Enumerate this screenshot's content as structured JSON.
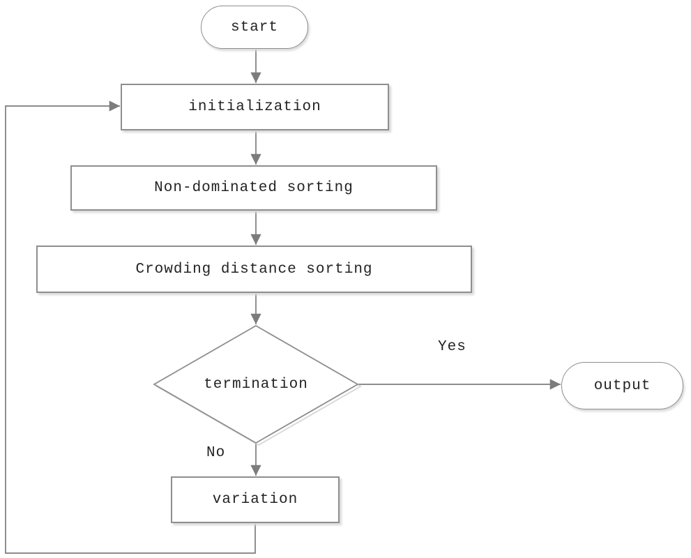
{
  "diagram": {
    "nodes": {
      "start": {
        "label": "start",
        "shape": "stadium"
      },
      "initialization": {
        "label": "initialization",
        "shape": "rect"
      },
      "non_dominated_sorting": {
        "label": "Non-dominated sorting",
        "shape": "rect"
      },
      "crowding_distance_sorting": {
        "label": "Crowding distance sorting",
        "shape": "rect"
      },
      "termination": {
        "label": "termination",
        "shape": "diamond"
      },
      "output": {
        "label": "output",
        "shape": "stadium"
      },
      "variation": {
        "label": "variation",
        "shape": "rect"
      }
    },
    "edge_labels": {
      "yes": "Yes",
      "no": "No"
    },
    "flow": [
      {
        "from": "start",
        "to": "initialization"
      },
      {
        "from": "initialization",
        "to": "non_dominated_sorting"
      },
      {
        "from": "non_dominated_sorting",
        "to": "crowding_distance_sorting"
      },
      {
        "from": "crowding_distance_sorting",
        "to": "termination"
      },
      {
        "from": "termination",
        "to": "output",
        "label": "Yes"
      },
      {
        "from": "termination",
        "to": "variation",
        "label": "No"
      },
      {
        "from": "variation",
        "to": "initialization"
      }
    ],
    "colors": {
      "shape_border": "#8e8e8e",
      "connector": "#7c7c7c",
      "text": "#232323",
      "shadow": "#d9d9d9",
      "background": "#ffffff"
    }
  }
}
